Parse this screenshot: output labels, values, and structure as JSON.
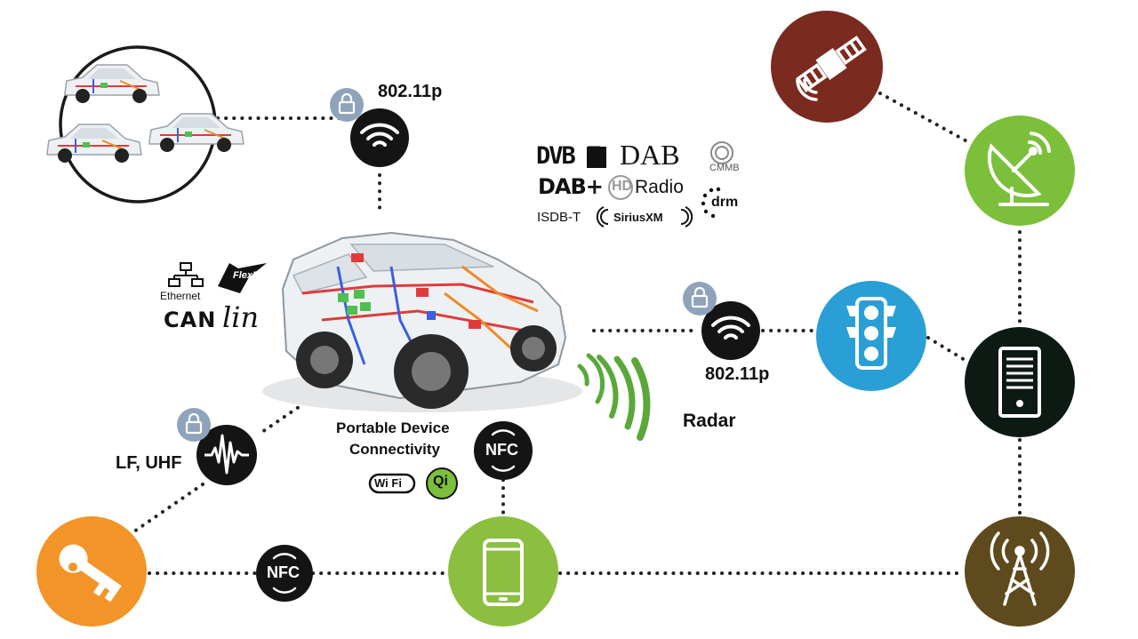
{
  "labels": {
    "v2v_protocol": "802.11p",
    "v2i_protocol": "802.11p",
    "radar": "Radar",
    "lf_uhf": "LF, UHF",
    "portable_line1": "Portable Device",
    "portable_line2": "Connectivity",
    "nfc_phone": "NFC",
    "nfc_key": "NFC"
  },
  "bus_logos": {
    "ethernet": "Ethernet",
    "flexray": "FlexRay",
    "can": "CAN",
    "lin": "lin"
  },
  "broadcast_logos": {
    "dvbt": "DVB T",
    "dab": "DAB",
    "cmmb": "CMMB",
    "dabplus": "DAB+",
    "hd": "HD",
    "radio": "Radio",
    "isdbt": "ISDB-T",
    "siriusxm": "SiriusXM",
    "drm": "drm"
  },
  "portable_logos": {
    "wifi": "Wi Fi",
    "qi": "Qi"
  },
  "colors": {
    "satellite": "#7a2a1f",
    "dish": "#7bbf3a",
    "traffic": "#2a9fd6",
    "server": "#0d1a14",
    "tower": "#5e4a1d",
    "phone": "#8cbf3f",
    "key": "#f29427",
    "black_node": "#141414",
    "lock": "#8fa3ba",
    "radar_arc": "#5aa83a",
    "dots": "#222222"
  },
  "icons": {
    "satellite": "satellite-icon",
    "dish": "satellite-dish-icon",
    "traffic": "traffic-light-icon",
    "server": "server-icon",
    "tower": "radio-tower-icon",
    "phone": "smartphone-icon",
    "key": "key-icon",
    "wifi": "wifi-icon",
    "signal": "waveform-icon",
    "lock": "lock-icon",
    "car": "car-icon"
  }
}
